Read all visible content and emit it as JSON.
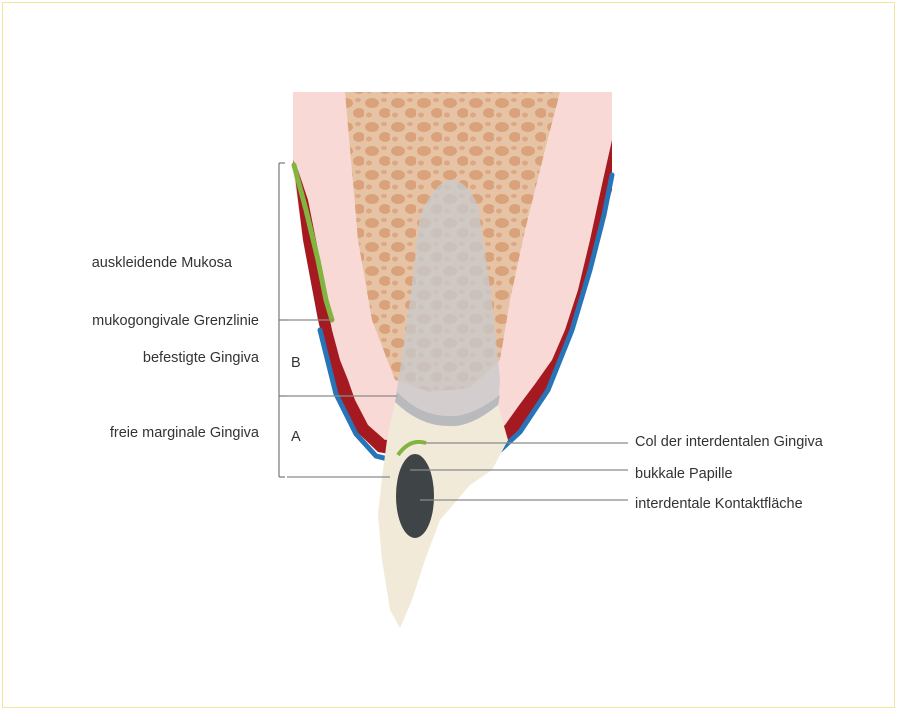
{
  "labels": {
    "lining_mucosa": "auskleidende Mukosa",
    "mucogingival_line": "mukogongivale Grenzlinie",
    "attached_gingiva": "befestigte Gingiva",
    "free_gingiva": "freie marginale Gingiva",
    "zone_b": "B",
    "zone_a": "A",
    "col": "Col der interdentalen Gingiva",
    "buccal_papilla": "bukkale Papille",
    "contact_area": "interdentale Kontaktfläche"
  },
  "colors": {
    "frame_border": "#f3e7a0",
    "mucosa_pink": "#f8d9d6",
    "bone": "#e7c3a6",
    "bone_spots": "#d9a27a",
    "gingiva_red": "#a51921",
    "epithelium_blue": "#2774b8",
    "mucosa_green": "#82b53f",
    "enamel": "#f1ead9",
    "root_grey": "#c8c9cc",
    "contact_dark": "#3f4446",
    "leader_lines": "#8a8a8a"
  }
}
